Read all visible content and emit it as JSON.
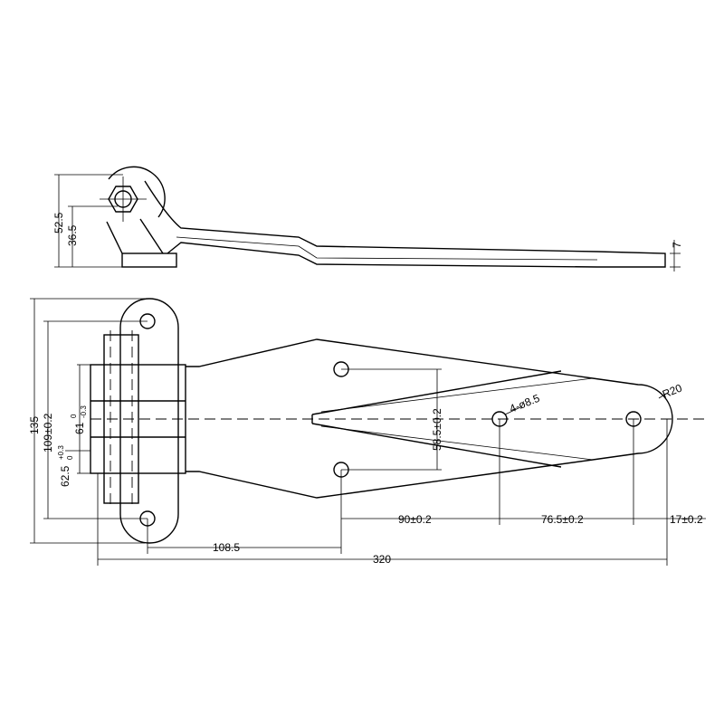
{
  "title": "Hinge technical drawing",
  "side_view": {
    "dim_total_height": "52.5",
    "dim_pivot_height": "36.5",
    "dim_thickness": "7"
  },
  "top_view": {
    "dim_overall_width": "135",
    "dim_hole_spacing": "109±0.2",
    "dim_knuckle_main": "61",
    "dim_knuckle_main_tol_upper": "0",
    "dim_knuckle_main_tol_lower": "-0.3",
    "dim_knuckle_offset": "62.5",
    "dim_knuckle_offset_tol_upper": "+0.3",
    "dim_knuckle_offset_tol_lower": "0",
    "dim_leaf_hole_spacing": "58.5±0.2",
    "hole_callout": "4-ø8.5",
    "radius_callout": "R20",
    "dim_90": "90±0.2",
    "dim_76_5": "76.5±0.2",
    "dim_17": "17±0.2",
    "dim_108_5": "108.5",
    "dim_320": "320"
  }
}
